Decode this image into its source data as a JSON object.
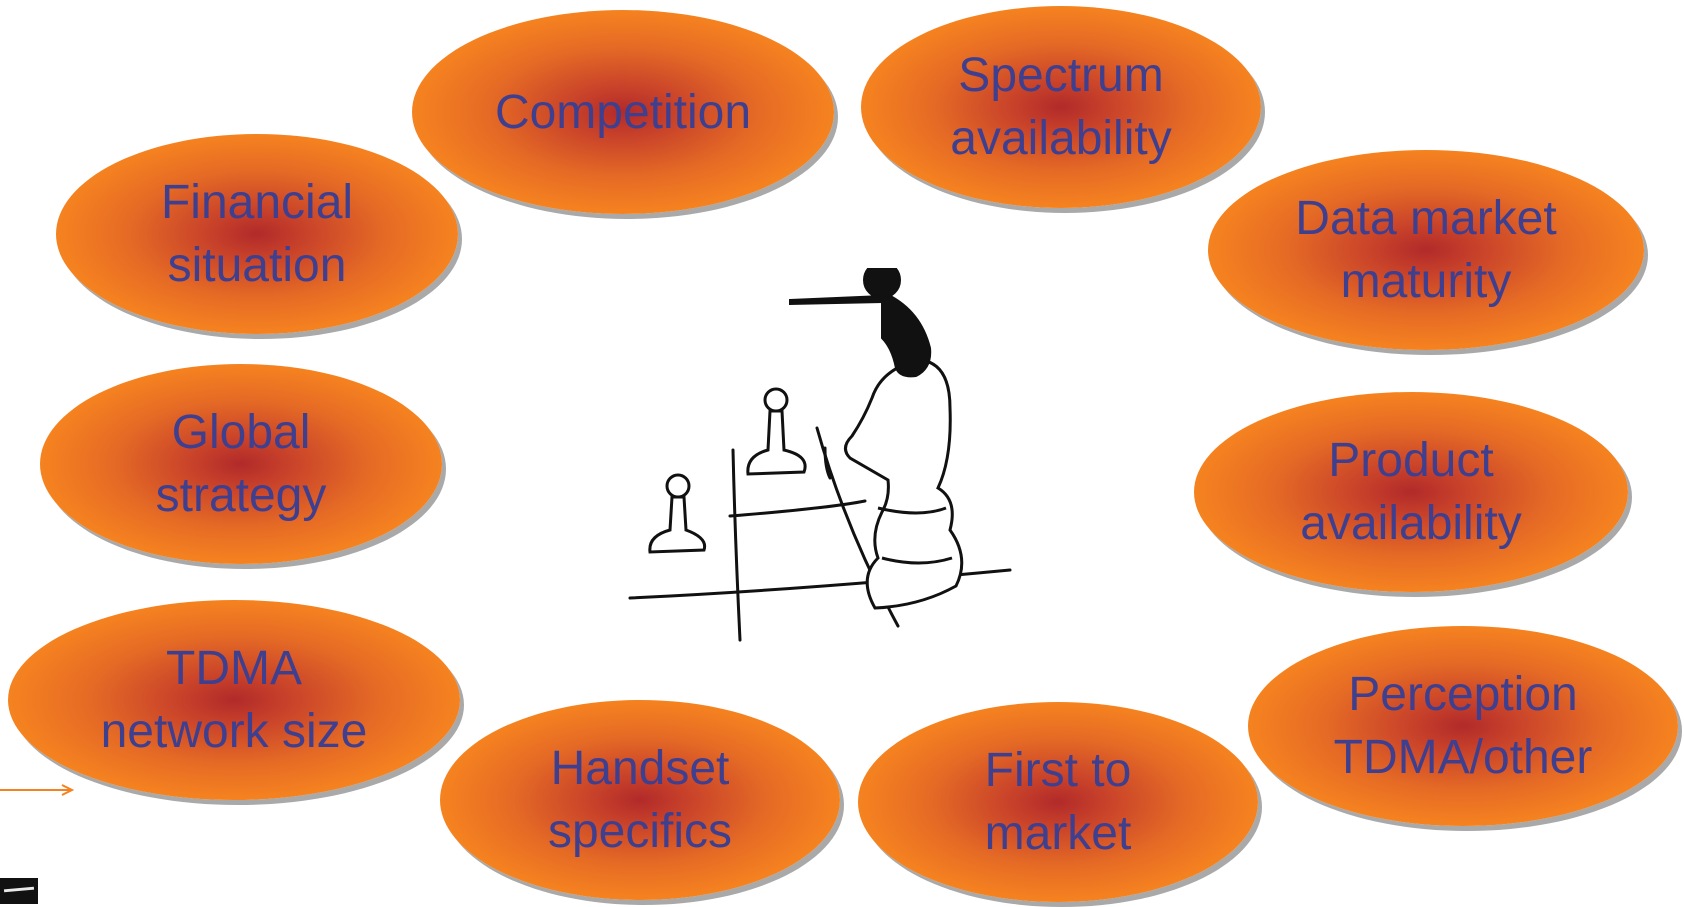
{
  "factors": [
    {
      "id": "competition",
      "text": "Competition"
    },
    {
      "id": "spectrum",
      "text": "Spectrum\navailability"
    },
    {
      "id": "financial",
      "text": "Financial\nsituation"
    },
    {
      "id": "data-market",
      "text": "Data market\nmaturity"
    },
    {
      "id": "global",
      "text": "Global\nstrategy"
    },
    {
      "id": "product",
      "text": "Product\navailability"
    },
    {
      "id": "tdma-size",
      "text": "TDMA\nnetwork size"
    },
    {
      "id": "perception",
      "text": "Perception\nTDMA/other"
    },
    {
      "id": "handset",
      "text": "Handset\nspecifics"
    },
    {
      "id": "first-to-market",
      "text": "First to\nmarket"
    }
  ],
  "colors": {
    "ellipse_outer": "#f78a22",
    "ellipse_center": "#b22a2a",
    "text": "#3f3f8f",
    "arrow": "#f58220"
  },
  "center_image": "chess-pieces-illustration-icon"
}
